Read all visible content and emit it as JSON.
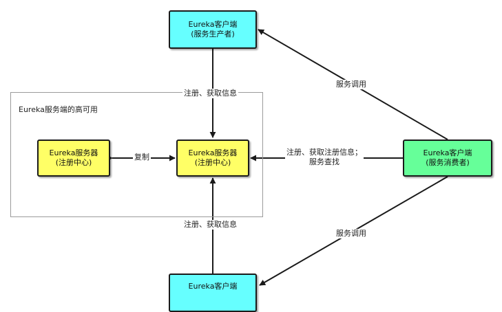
{
  "colors": {
    "client": "#66ffff",
    "consumer": "#66ff99",
    "server": "#ffff66",
    "stroke": "#1a1a1a",
    "group_border": "#9a9a9a"
  },
  "group": {
    "title": "Eureka服务端的高可用"
  },
  "nodes": {
    "producer_top": {
      "line1": "Eureka客户端",
      "line2": "(服务生产者)"
    },
    "producer_bottom": {
      "line1": "Eureka客户端",
      "line2": ""
    },
    "consumer": {
      "line1": "Eureka客户端",
      "line2": "(服务消费者)"
    },
    "server_left": {
      "line1": "Eureka服务器",
      "line2": "(注册中心)"
    },
    "server_center": {
      "line1": "Eureka服务器",
      "line2": "(注册中心)"
    }
  },
  "edges": {
    "register_top": "注册、获取信息",
    "register_bottom": "注册、获取信息",
    "replicate": "复制",
    "consumer_register_line1": "注册、获取注册信息；",
    "consumer_register_line2": "服务查找",
    "call_top": "服务调用",
    "call_bottom": "服务调用"
  }
}
